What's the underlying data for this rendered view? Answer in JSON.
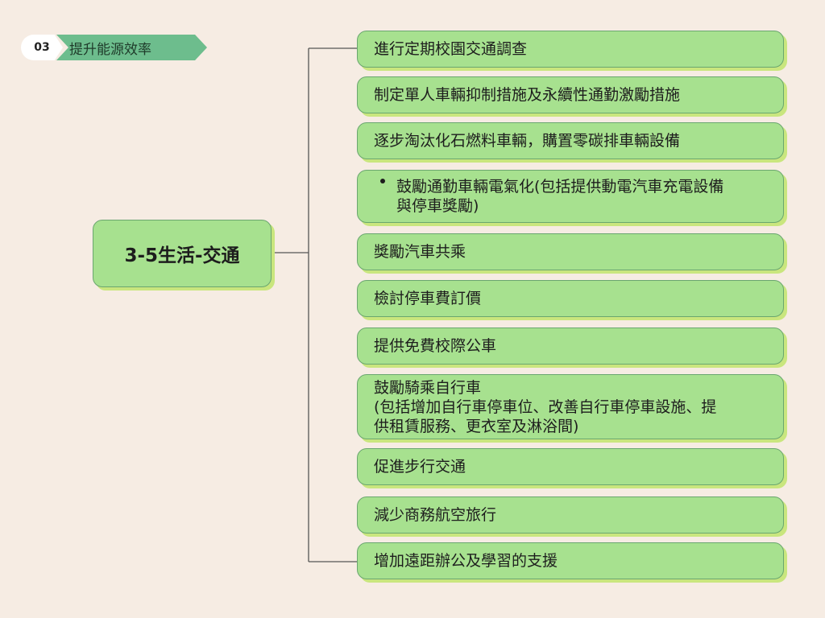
{
  "header": {
    "number": "03",
    "title": "提升能源效率"
  },
  "root": {
    "label": "3-5生活-交通"
  },
  "items": [
    {
      "text": "進行定期校園交通調查",
      "bullet": false
    },
    {
      "text": "制定單人車輛抑制措施及永續性通勤激勵措施",
      "bullet": false
    },
    {
      "text": "逐步淘汰化石燃料車輛，購置零碳排車輛設備",
      "bullet": false
    },
    {
      "text": "鼓勵通勤車輛電氣化(包括提供動電汽車充電設備\n與停車獎勵)",
      "bullet": true
    },
    {
      "text": "獎勵汽車共乘",
      "bullet": false
    },
    {
      "text": "檢討停車費訂價",
      "bullet": false
    },
    {
      "text": "提供免費校際公車",
      "bullet": false
    },
    {
      "text": "鼓勵騎乘自行車\n(包括增加自行車停車位、改善自行車停車設施、提\n供租賃服務、更衣室及淋浴間)",
      "bullet": false
    },
    {
      "text": "促進步行交通",
      "bullet": false
    },
    {
      "text": "減少商務航空旅行",
      "bullet": false
    },
    {
      "text": "增加遠距辦公及學習的支援",
      "bullet": false
    }
  ]
}
